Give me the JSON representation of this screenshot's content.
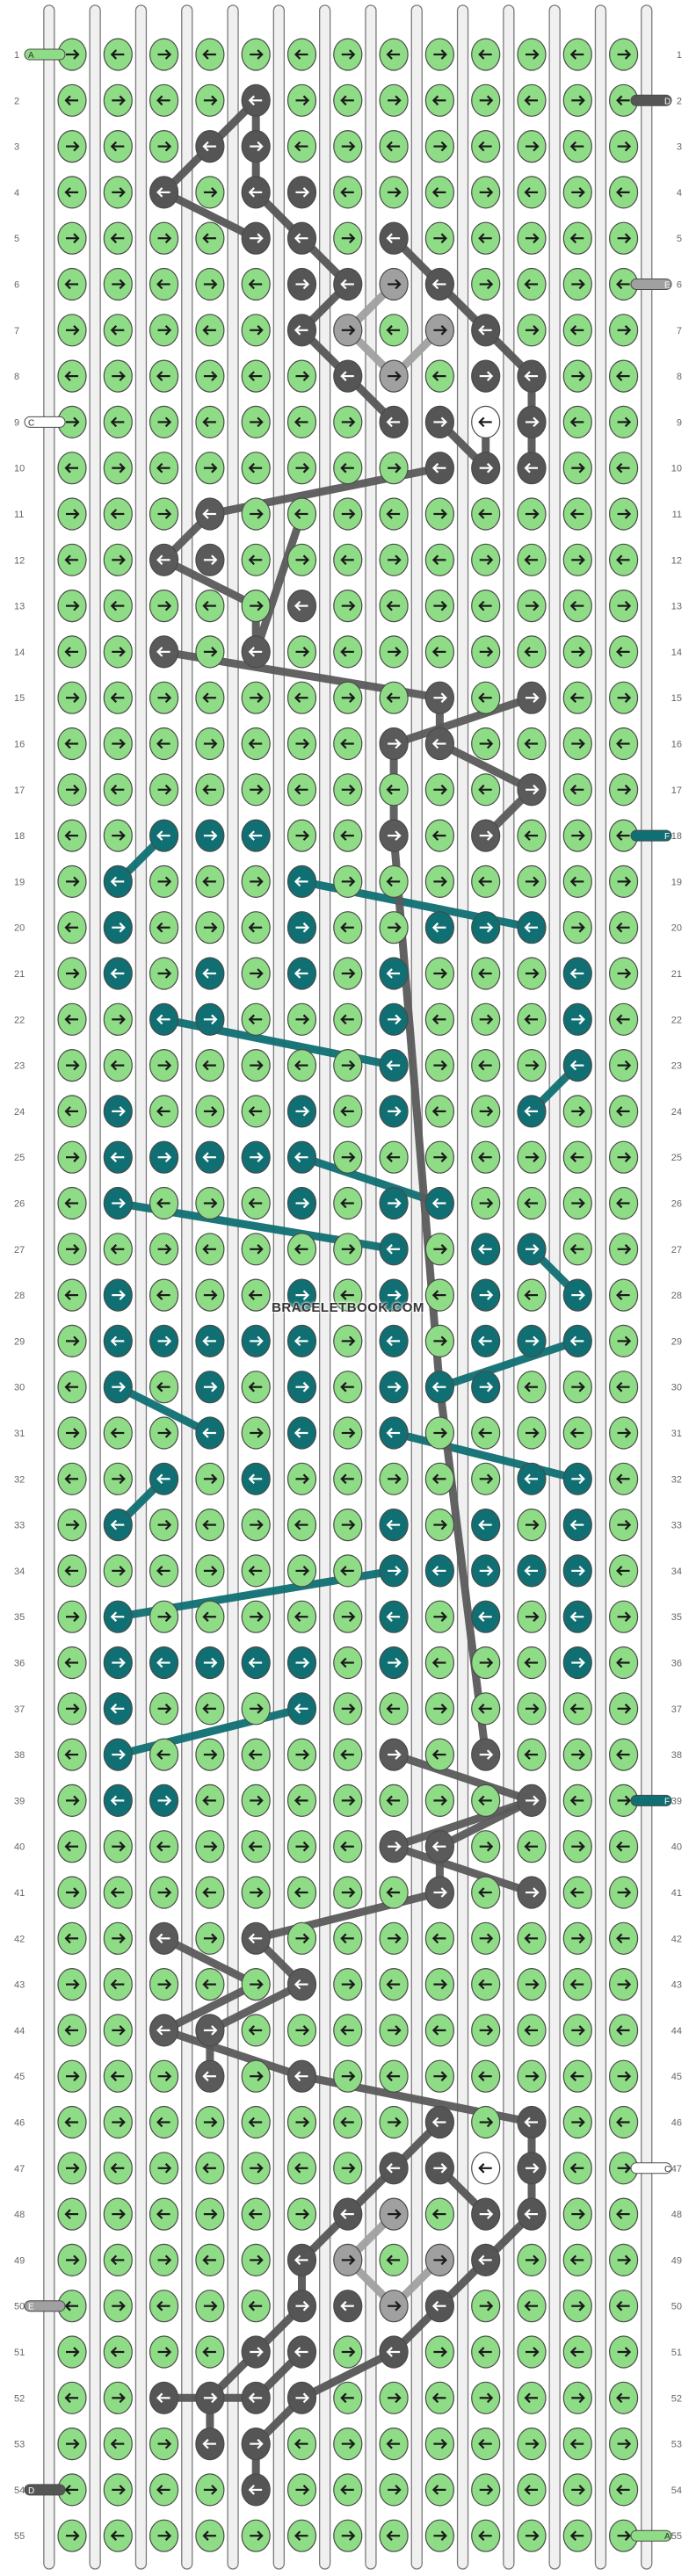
{
  "pattern": {
    "site": "BRACELETBOOK.COM",
    "row_count": 55,
    "row_labels": [
      "1",
      "2",
      "3",
      "4",
      "5",
      "6",
      "7",
      "8",
      "9",
      "10",
      "11",
      "12",
      "13",
      "14",
      "15",
      "16",
      "17",
      "18",
      "19",
      "20",
      "21",
      "22",
      "23",
      "24",
      "25",
      "26",
      "27",
      "28",
      "29",
      "30",
      "31",
      "32",
      "33",
      "34",
      "35",
      "36",
      "37",
      "38",
      "39",
      "40",
      "41",
      "42",
      "43",
      "44",
      "45",
      "46",
      "47",
      "48",
      "49",
      "50",
      "51",
      "52",
      "53",
      "54",
      "55"
    ],
    "strand_labels": {
      "start_left": "A",
      "end_right": "A",
      "left_row_9": "C",
      "right_row_47": "C",
      "right_row_2": "D",
      "left_row_54": "D",
      "right_row_6": "E",
      "left_row_50": "E",
      "right_row_18": "F",
      "right_row_39": "F"
    },
    "colors": {
      "A": "#8fdc86",
      "B": "#5a5a5a",
      "C": "#ffffff",
      "D": "#555555",
      "E": "#a0a0a0",
      "F": "#0f6f72"
    },
    "string_color": "#f0f0f0",
    "string_outline": "#7a7a7a",
    "knot_outline": "#4a4a4a",
    "label_color": "#666666"
  }
}
